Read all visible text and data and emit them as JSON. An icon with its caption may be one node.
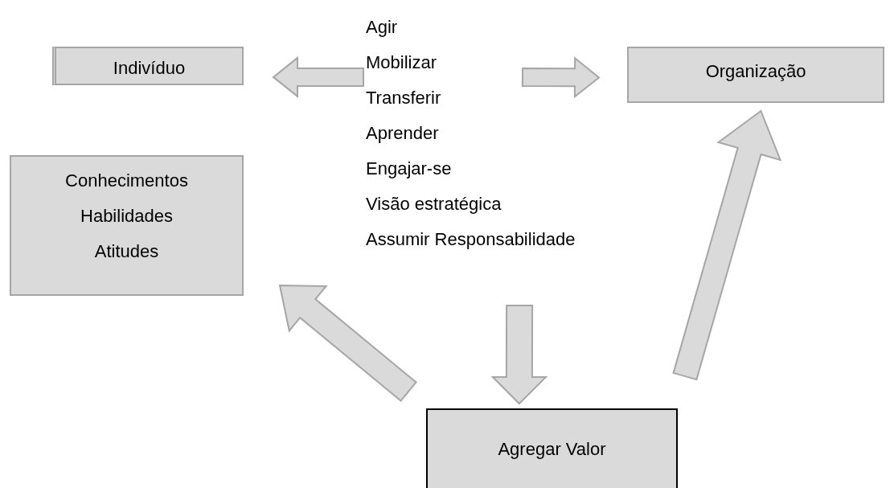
{
  "diagram": {
    "nodes": [
      {
        "text": [
          "Indivíduo"
        ]
      },
      {
        "text": [
          "Agir",
          "Mobilizar",
          "Transferir",
          "Aprender",
          "Engajar-se",
          "Visão estratégica",
          "Assumir Responsabilidade"
        ]
      },
      {
        "text": [
          "Organização"
        ]
      },
      {
        "text": [
          "Conhecimentos",
          "Habilidades",
          "Atitudes"
        ]
      },
      {
        "text": [
          "Agregar Valor"
        ]
      }
    ],
    "edges": [
      {
        "from": 1,
        "to": 0,
        "arrow": "to"
      },
      {
        "from": 1,
        "to": 2,
        "arrow": "to"
      },
      {
        "from": 1,
        "to": 4,
        "arrow": "to"
      },
      {
        "from": 4,
        "to": 3,
        "arrow": "to"
      },
      {
        "from": 4,
        "to": 2,
        "arrow": "to"
      }
    ]
  }
}
